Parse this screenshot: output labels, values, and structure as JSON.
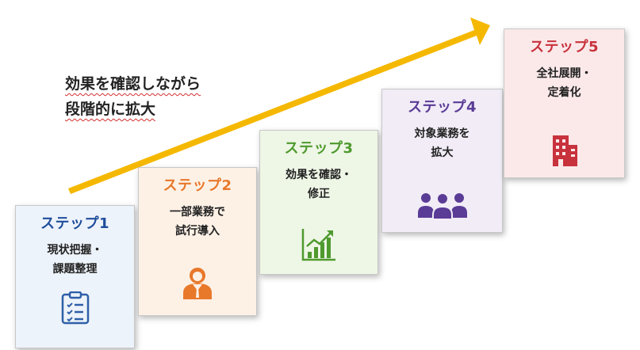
{
  "caption": {
    "line1": "効果を確認しながら",
    "line2": "段階的に拡大"
  },
  "colors": {
    "arrow": "#f5b800",
    "step1": "#1f4e9c",
    "step2": "#e8782a",
    "step3": "#4f9a2e",
    "step4": "#5a3b96",
    "step5": "#c8323c"
  },
  "steps": [
    {
      "title": "ステップ1",
      "desc_lines": [
        "現状把握・",
        "課題整理"
      ],
      "icon": "clipboard-checklist-icon"
    },
    {
      "title": "ステップ2",
      "desc_lines": [
        "一部業務で",
        "試行導入"
      ],
      "icon": "person-icon"
    },
    {
      "title": "ステップ3",
      "desc_lines": [
        "効果を確認・",
        "修正"
      ],
      "icon": "growth-chart-icon"
    },
    {
      "title": "ステップ4",
      "desc_lines": [
        "対象業務を",
        "拡大"
      ],
      "icon": "group-people-icon"
    },
    {
      "title": "ステップ5",
      "desc_lines": [
        "全社展開・",
        "定着化"
      ],
      "icon": "office-building-icon"
    }
  ]
}
